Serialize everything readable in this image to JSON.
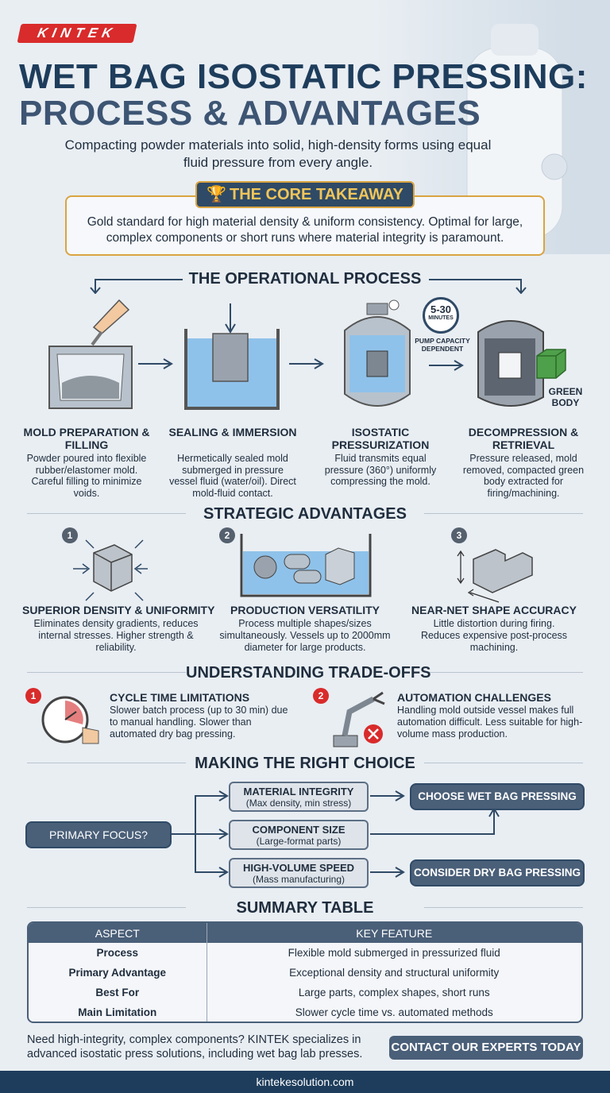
{
  "brand": {
    "logo_text": "KINTEK",
    "website": "kintekesolution.com"
  },
  "header": {
    "title_line1": "WET BAG ISOSTATIC PRESSING:",
    "title_line2": "PROCESS & ADVANTAGES",
    "subtitle": "Compacting powder materials into solid, high-density forms using equal fluid pressure from every angle."
  },
  "core": {
    "tag": "THE CORE TAKEAWAY",
    "text": "Gold standard for high material density & uniform consistency. Optimal for large, complex components or short runs where material integrity is paramount."
  },
  "process": {
    "title": "THE OPERATIONAL PROCESS",
    "timer": {
      "value": "5-30",
      "unit": "MINUTES",
      "note": "PUMP CAPACITY DEPENDENT"
    },
    "green_body_label": "GREEN BODY",
    "steps": [
      {
        "title": "MOLD PREPARATION & FILLING",
        "desc": "Powder poured into flexible rubber/elastomer mold. Careful filling to minimize voids."
      },
      {
        "title": "SEALING & IMMERSION",
        "desc": "Hermetically sealed mold submerged in pressure vessel fluid (water/oil). Direct mold-fluid contact."
      },
      {
        "title": "ISOSTATIC PRESSURIZATION",
        "desc": "Fluid transmits equal pressure (360°) uniformly compressing the mold."
      },
      {
        "title": "DECOMPRESSION & RETRIEVAL",
        "desc": "Pressure released, mold removed, compacted green body extracted for firing/machining."
      }
    ]
  },
  "advantages": {
    "title": "STRATEGIC ADVANTAGES",
    "items": [
      {
        "num": "1",
        "title": "SUPERIOR DENSITY & UNIFORMITY",
        "desc": "Eliminates density gradients, reduces internal stresses. Higher strength & reliability."
      },
      {
        "num": "2",
        "title": "PRODUCTION VERSATILITY",
        "desc": "Process multiple shapes/sizes simultaneously. Vessels up to 2000mm diameter for large products."
      },
      {
        "num": "3",
        "title": "NEAR-NET SHAPE ACCURACY",
        "desc": "Little distortion during firing. Reduces expensive post-process machining."
      }
    ]
  },
  "tradeoffs": {
    "title": "UNDERSTANDING TRADE-OFFS",
    "items": [
      {
        "num": "1",
        "title": "CYCLE TIME LIMITATIONS",
        "desc": "Slower batch process (up to 30 min) due to manual handling. Slower than automated dry bag pressing."
      },
      {
        "num": "2",
        "title": "AUTOMATION CHALLENGES",
        "desc": "Handling mold outside vessel makes full automation difficult. Less suitable for high-volume mass production."
      }
    ]
  },
  "choice": {
    "title": "MAKING THE RIGHT CHOICE",
    "start": "PRIMARY FOCUS?",
    "options": [
      {
        "title": "MATERIAL INTEGRITY",
        "sub": "(Max density, min stress)"
      },
      {
        "title": "COMPONENT SIZE",
        "sub": "(Large-format parts)"
      },
      {
        "title": "HIGH-VOLUME SPEED",
        "sub": "(Mass manufacturing)"
      }
    ],
    "outcomes": [
      "CHOOSE WET BAG PRESSING",
      "CONSIDER DRY BAG PRESSING"
    ]
  },
  "summary": {
    "title": "SUMMARY TABLE",
    "headers": [
      "ASPECT",
      "KEY FEATURE"
    ],
    "rows": [
      {
        "aspect": "Process",
        "feature": "Flexible mold submerged in pressurized fluid"
      },
      {
        "aspect": "Primary Advantage",
        "feature": "Exceptional density and structural uniformity"
      },
      {
        "aspect": "Best For",
        "feature": "Large parts, complex shapes, short runs"
      },
      {
        "aspect": "Main Limitation",
        "feature": "Slower cycle time vs. automated methods"
      }
    ]
  },
  "cta": {
    "text": "Need high-integrity, complex components? KINTEK specializes in advanced isostatic press solutions, including wet bag lab presses.",
    "button": "CONTACT OUR EXPERTS TODAY"
  }
}
